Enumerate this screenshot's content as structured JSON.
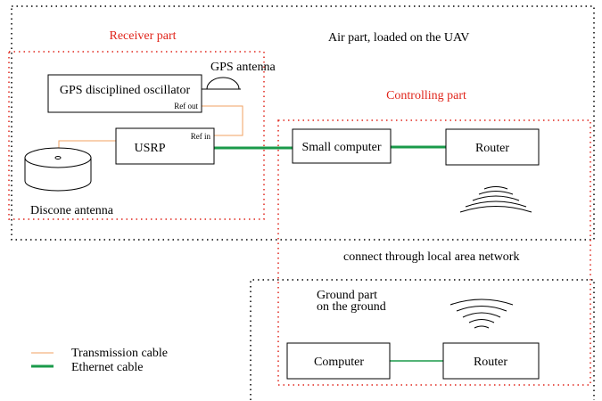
{
  "regions": {
    "air": "Air part, loaded on the UAV",
    "receiver": "Receiver part",
    "controlling": "Controlling part",
    "ground_line1": "Ground part",
    "ground_line2": "on the ground",
    "network": "connect through local area network"
  },
  "blocks": {
    "gpsdo": "GPS disciplined oscillator",
    "ref_out": "Ref out",
    "gps_antenna": "GPS antenna",
    "usrp": "USRP",
    "ref_in": "Ref in",
    "discone": "Discone antenna",
    "small_computer": "Small computer",
    "router_air": "Router",
    "computer": "Computer",
    "router_ground": "Router"
  },
  "legend": {
    "transmission": "Transmission cable",
    "ethernet": "Ethernet cable"
  },
  "colors": {
    "region_red": "#e0251b",
    "transmission_cable": "#f0a060",
    "ethernet_cable": "#1a9a4a"
  }
}
